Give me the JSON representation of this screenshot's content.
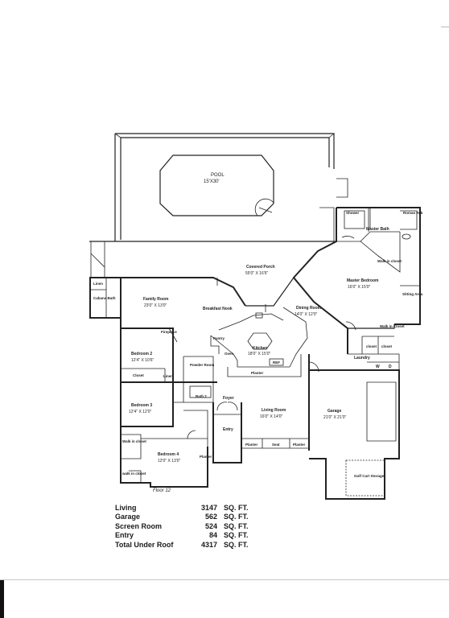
{
  "pool": {
    "name": "POOL",
    "size": "15'X30'"
  },
  "rooms": {
    "covered_porch": {
      "name": "Covered Porch",
      "size": "55'0\" X 16'6\""
    },
    "master_bedroom": {
      "name": "Master Bedroom",
      "size": "16'0\" X 15'0\""
    },
    "master_bath": "Master Bath",
    "shower": "Shower",
    "roman_tub": "Roman Tub",
    "walk_in_closet_master": "Walk in closet",
    "sitting_area": "Sitting Area",
    "family_room": {
      "name": "Family Room",
      "size": "23'0\" X 13'0\""
    },
    "linen_top": "Linen",
    "cabana_bath": "Cabana Bath",
    "breakfast_nook": "Breakfast Nook",
    "dining_room": {
      "name": "Dining Room",
      "size": "14'0\" X 12'0\""
    },
    "kitchen": {
      "name": "Kitchen",
      "size": "18'0\" X 15'0\""
    },
    "pantry": "Pantry",
    "oven": "Oven",
    "refrig": "REF",
    "planter_kitchen": "Planter",
    "walk_in_closet_hall": "Walk in Closet",
    "closet_a": "closet",
    "closet_b": "closet",
    "laundry": "Laundry",
    "washer": "W",
    "dryer": "D",
    "bedroom2": {
      "name": "Bedroom 2",
      "size": "12'4\" X 10'6\""
    },
    "fireplace": "Fireplace",
    "closet_b2": "Closet",
    "linen_mid": "Linen",
    "powder_room": "Powder Room",
    "bath2": "Bath 2",
    "bedroom3": {
      "name": "Bedroom 3",
      "size": "12'4\" X 12'0\""
    },
    "foyer": "Foyer",
    "living_room": {
      "name": "Living Room",
      "size": "16'0\" X 14'0\""
    },
    "garage": {
      "name": "Garage",
      "size": "21'0\" X 21'0\""
    },
    "entry": "Entry",
    "planter_a": "Planter",
    "seat": "Seat",
    "planter_b": "Planter",
    "planter_c": "Planter",
    "walk_in_closet_b3": "Walk in closet",
    "walk_in_closet_b4": "walk in closet",
    "bedroom4": {
      "name": "Bedroom 4",
      "size": "12'0\" X 13'0\""
    },
    "golf_cart": "Golf Cart Storage"
  },
  "handwritten_note": "Floor 12",
  "stats": [
    {
      "name": "Living",
      "value": "3147",
      "unit": "SQ. FT."
    },
    {
      "name": "Garage",
      "value": "562",
      "unit": "SQ. FT."
    },
    {
      "name": "Screen Room",
      "value": "524",
      "unit": "SQ. FT."
    },
    {
      "name": "Entry",
      "value": "84",
      "unit": "SQ. FT."
    },
    {
      "name": "Total Under Roof",
      "value": "4317",
      "unit": "SQ. FT."
    }
  ]
}
